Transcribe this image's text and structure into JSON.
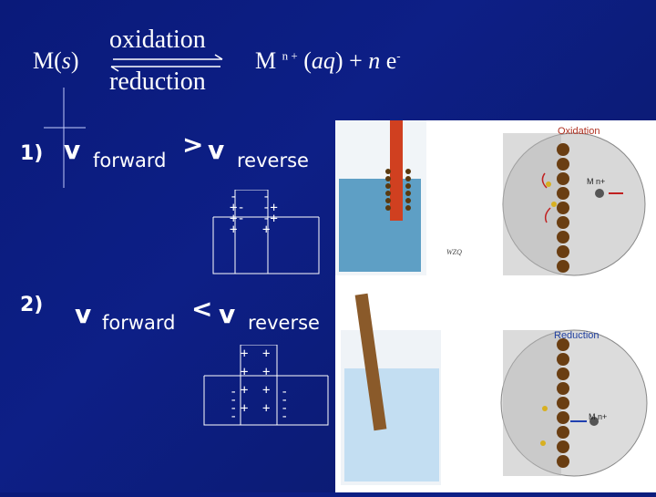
{
  "equation": {
    "left_M": "M",
    "left_state": "s",
    "arrow_top_label": "oxidation",
    "arrow_bottom_label": "reduction",
    "right_M": "M",
    "right_charge": "n +",
    "right_state": "aq",
    "plus": "+",
    "n": "n",
    "electron": "e",
    "electron_charge": "-"
  },
  "rows": [
    {
      "label": "1)",
      "v1": "v",
      "sub1": "forward",
      "op": ">",
      "v2": "v",
      "sub2": "reverse"
    },
    {
      "label": "2)",
      "v1": "v",
      "sub1": "forward",
      "op": "<",
      "v2": "v",
      "sub2": "reverse"
    }
  ],
  "diagram_top": {
    "left_signs": [
      "-",
      "+-",
      "+-",
      "+"
    ],
    "right_signs": [
      "-",
      "-+",
      "-+",
      "+"
    ]
  },
  "diagram_bot": {
    "col1": [
      "+",
      "+",
      "+",
      "+"
    ],
    "col2": [
      "+",
      "+",
      "+",
      "+"
    ],
    "minus": [
      "-",
      "-",
      "-",
      "-"
    ]
  },
  "figures": {
    "oxidation_label": "Oxidation",
    "reduction_label": "Reduction",
    "ion_top": "M n+",
    "ion_bot": "M n+",
    "credit": "WZQ"
  },
  "colors": {
    "background": "#0d1f86",
    "oxidation_label": "#b03020",
    "reduction_label": "#2040a0"
  }
}
